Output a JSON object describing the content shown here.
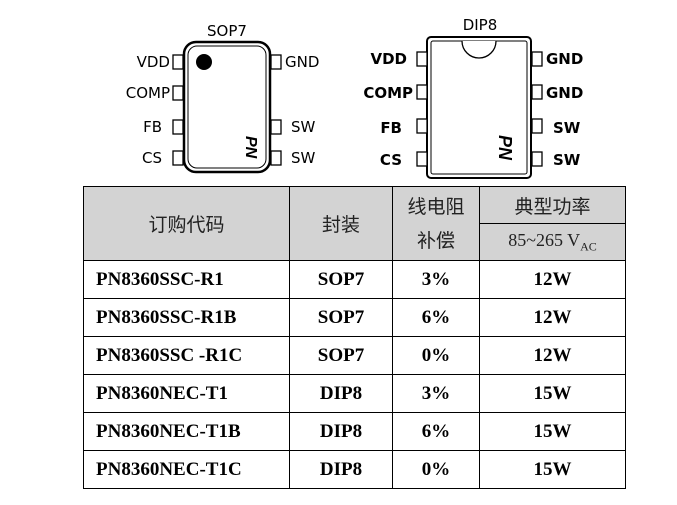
{
  "sop7": {
    "title": "SOP7",
    "left_pins": [
      "VDD",
      "COMP",
      "FB",
      "CS"
    ],
    "right_pins": [
      "GND",
      "SW",
      "SW"
    ]
  },
  "dip8": {
    "title": "DIP8",
    "left_pins": [
      "VDD",
      "COMP",
      "FB",
      "CS"
    ],
    "right_pins": [
      "GND",
      "GND",
      "SW",
      "SW"
    ]
  },
  "logo_mark": "PN",
  "table": {
    "headers": {
      "model": "订购代码",
      "package": "封装",
      "comp_line1": "线电阻",
      "comp_line2": "补偿",
      "power": "典型功率",
      "range_main": "85~265 V",
      "range_sub": "AC"
    },
    "rows": [
      {
        "model": "PN8360SSC-R1",
        "package": "SOP7",
        "comp": "3%",
        "power": "12W"
      },
      {
        "model": "PN8360SSC-R1B",
        "package": "SOP7",
        "comp": "6%",
        "power": "12W"
      },
      {
        "model": "PN8360SSC -R1C",
        "package": "SOP7",
        "comp": "0%",
        "power": "12W"
      },
      {
        "model": "PN8360NEC-T1",
        "package": "DIP8",
        "comp": "3%",
        "power": "15W"
      },
      {
        "model": "PN8360NEC-T1B",
        "package": "DIP8",
        "comp": "6%",
        "power": "15W"
      },
      {
        "model": "PN8360NEC-T1C",
        "package": "DIP8",
        "comp": "0%",
        "power": "15W"
      }
    ]
  }
}
